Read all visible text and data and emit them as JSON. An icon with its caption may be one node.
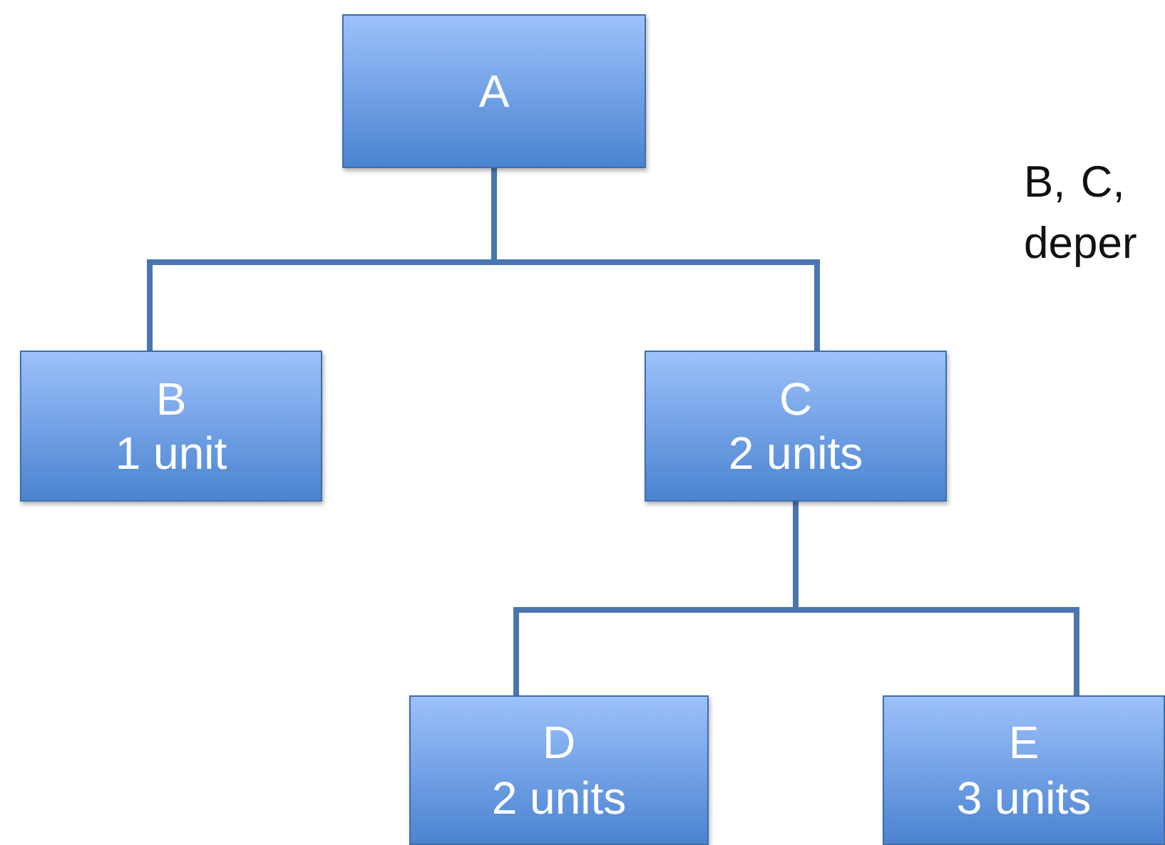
{
  "diagram": {
    "nodes": [
      {
        "text": [
          "A"
        ]
      },
      {
        "text": [
          "B",
          "1 unit"
        ]
      },
      {
        "text": [
          "C",
          "2 units"
        ]
      },
      {
        "text": [
          "D",
          "2 units"
        ]
      },
      {
        "text": [
          "E",
          "3 units"
        ]
      }
    ],
    "edges": [
      {
        "from": 0,
        "to": 1,
        "arrow": "none"
      },
      {
        "from": 0,
        "to": 2,
        "arrow": "none"
      },
      {
        "from": 2,
        "to": 3,
        "arrow": "none"
      },
      {
        "from": 2,
        "to": 4,
        "arrow": "none"
      }
    ],
    "labels": [
      "B, C,",
      "deper"
    ]
  }
}
